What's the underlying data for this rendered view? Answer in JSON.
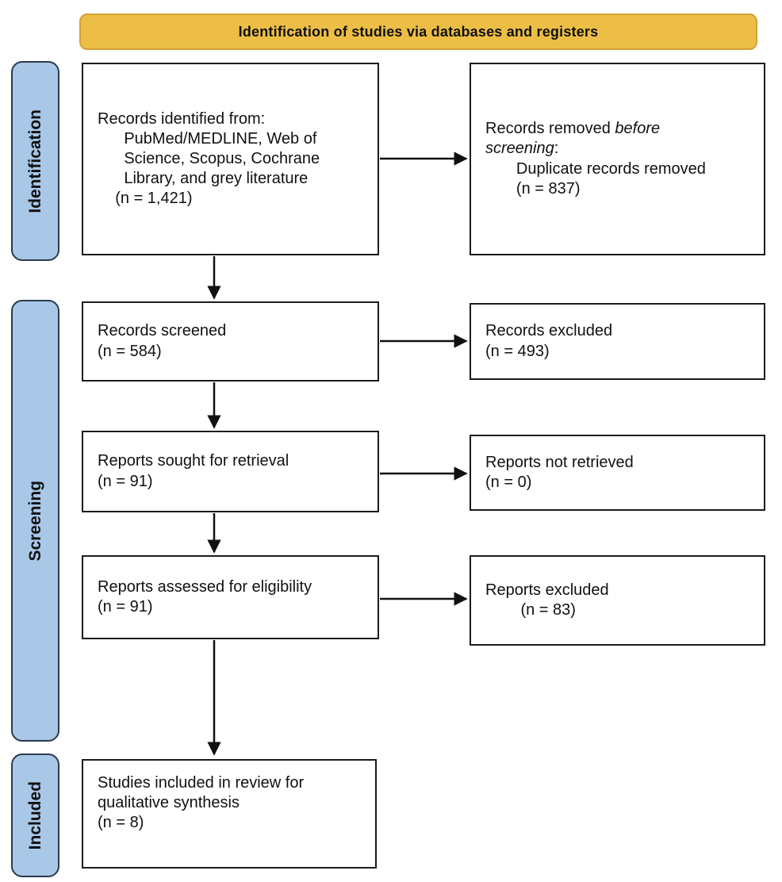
{
  "header": {
    "title": "Identification of studies via databases and registers"
  },
  "sidebar": {
    "identification": "Identification",
    "screening": "Screening",
    "included": "Included"
  },
  "boxes": {
    "records_identified": {
      "text": "Records identified from:\n      PubMed/MEDLINE, Web of\n      Science, Scopus, Cochrane\n      Library, and grey literature\n    (n = 1,421)"
    },
    "records_removed": {
      "prefix": "Records removed ",
      "italic": "before\nscreening",
      "suffix": ":",
      "body": "\n       Duplicate records removed\n       (n = 837)"
    },
    "records_screened": {
      "text": "Records screened\n(n = 584)"
    },
    "records_excluded": {
      "text": "Records excluded\n(n = 493)"
    },
    "reports_sought": {
      "text": "Reports sought for retrieval\n(n = 91)"
    },
    "reports_not_retrieved": {
      "text": "Reports not retrieved\n(n = 0)"
    },
    "reports_assessed": {
      "text": "Reports assessed for eligibility\n(n = 91)"
    },
    "reports_excluded": {
      "text": "Reports excluded\n        (n = 83)"
    },
    "studies_included": {
      "text": "Studies included in review for\nqualitative synthesis\n(n = 8)"
    }
  },
  "colors": {
    "header_fill": "#ECBE45",
    "header_border": "#D3A136",
    "sidebar_fill": "#A9C7E7",
    "sidebar_border": "#2A3B4D",
    "box_fill": "#FFFFFF",
    "box_border": "#1B1B1B",
    "arrow": "#111111",
    "text": "#111111"
  }
}
